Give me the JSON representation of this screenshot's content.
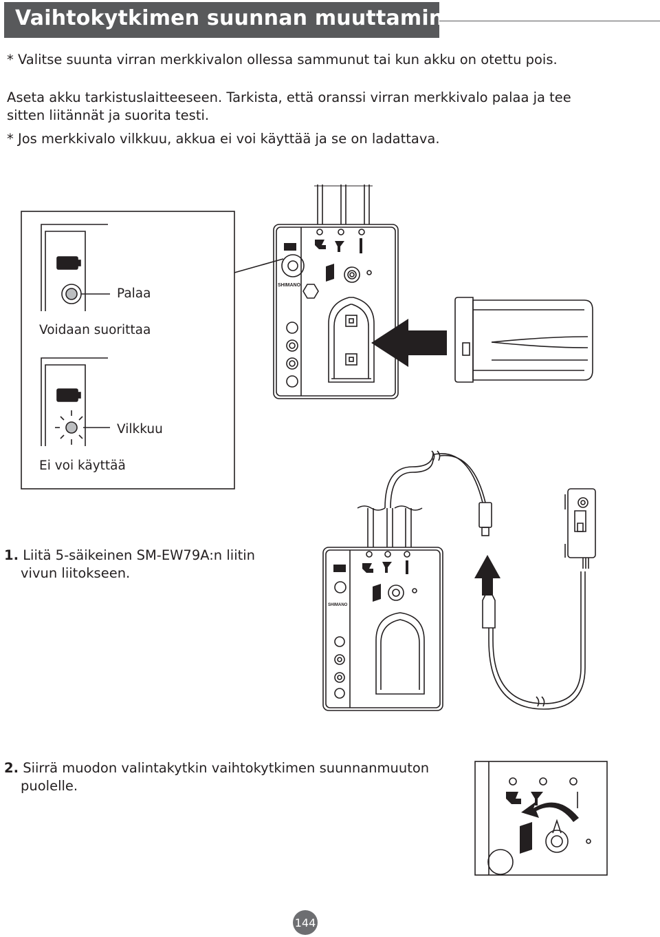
{
  "header": {
    "title": "Vaihtokytkimen suunnan muuttaminen"
  },
  "intro": {
    "note1": "*  Valitse suunta virran merkkivalon ollessa sammunut tai kun akku on otettu pois.",
    "para_line1": "Aseta akku tarkistuslaitteeseen. Tarkista, että oranssi virran merkkivalo palaa ja tee",
    "para_line2": "sitten liitännät ja suorita testi.",
    "note2": "*  Jos merkkivalo vilkkuu, akkua ei voi käyttää ja se on ladattava."
  },
  "inset": {
    "lit_label": "Palaa",
    "ok_label": "Voidaan suorittaa",
    "blink_label": "Vilkkuu",
    "fail_label": "Ei voi käyttää"
  },
  "device": {
    "brand": "SHIMANO"
  },
  "steps": [
    {
      "number": "1.",
      "text_line1": "Liitä 5-säikeinen SM-EW79A:n liitin",
      "text_line2": "vivun liitokseen."
    },
    {
      "number": "2.",
      "text_line1": "Siirrä muodon valintakytkin vaihtokytkimen suunnanmuuton",
      "text_line2": "puolelle."
    }
  ],
  "footer": {
    "page_number": "144"
  },
  "colors": {
    "title_bg": "#58595b",
    "text": "#231f20",
    "page_badge": "#6d6e71"
  }
}
